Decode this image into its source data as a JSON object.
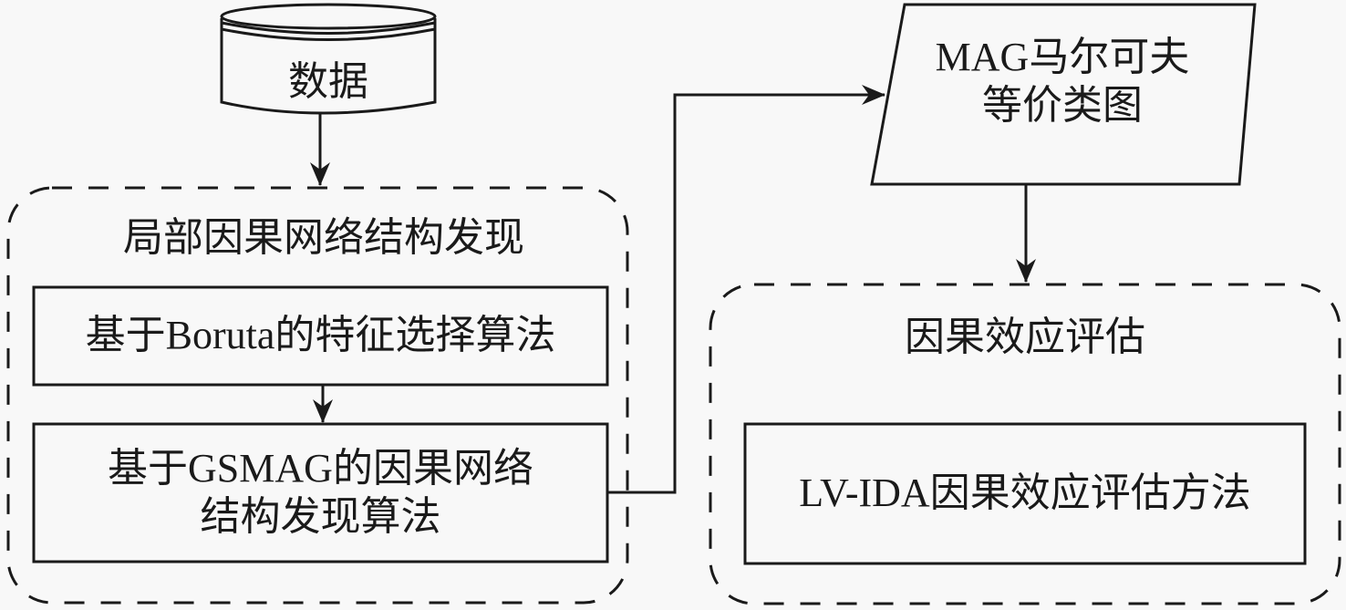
{
  "diagram": {
    "nodes": {
      "data": {
        "label": "数据",
        "shape": "cylinder"
      },
      "local_discovery_group": {
        "label": "局部因果网络结构发现",
        "shape": "dashed-rounded-group"
      },
      "boruta": {
        "label": "基于Boruta的特征选择算法",
        "shape": "rectangle"
      },
      "gsmag": {
        "label": "基于GSMAG的因果网络\n结构发现算法",
        "shape": "rectangle"
      },
      "mag_markov": {
        "label": "MAG马尔可夫\n等价类图",
        "shape": "parallelogram"
      },
      "effect_group": {
        "label": "因果效应评估",
        "shape": "dashed-rounded-group"
      },
      "lvida": {
        "label": "LV-IDA因果效应评估方法",
        "shape": "rectangle"
      }
    },
    "edges": [
      {
        "from": "data",
        "to": "local_discovery_group"
      },
      {
        "from": "boruta",
        "to": "gsmag"
      },
      {
        "from": "gsmag",
        "to": "mag_markov"
      },
      {
        "from": "mag_markov",
        "to": "effect_group"
      }
    ],
    "colors": {
      "stroke": "#1a1a1a",
      "background": "#f8f8f8"
    }
  }
}
